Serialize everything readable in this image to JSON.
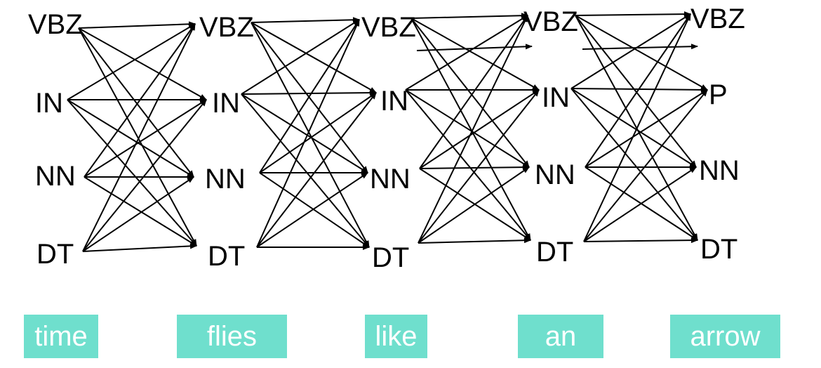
{
  "columns": [
    {
      "word": "time",
      "tags": [
        "VBZ",
        "IN",
        "NN",
        "DT"
      ]
    },
    {
      "word": "flies",
      "tags": [
        "VBZ",
        "IN",
        "NN",
        "DT"
      ]
    },
    {
      "word": "like",
      "tags": [
        "VBZ",
        "IN",
        "NN",
        "DT"
      ]
    },
    {
      "word": "an",
      "tags": [
        "VBZ",
        "IN",
        "NN",
        "DT"
      ]
    },
    {
      "word": "arrow",
      "tags": [
        "VBZ",
        "P",
        "NN",
        "DT"
      ]
    }
  ],
  "colors": {
    "word_box": "#6fdfcd",
    "word_text": "#ffffff",
    "edge": "#000000",
    "tag_text": "#000000"
  }
}
